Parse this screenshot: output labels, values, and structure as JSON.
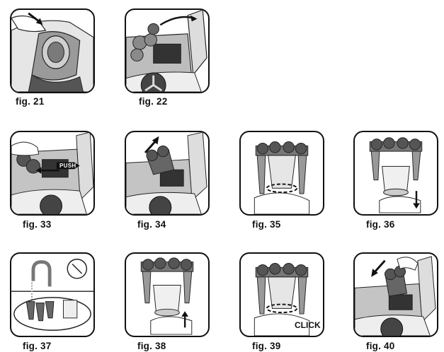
{
  "figures": [
    {
      "id": "21",
      "label": "fig. 21"
    },
    {
      "id": "22",
      "label": "fig. 22"
    },
    {
      "id": "33",
      "label": "fig. 33",
      "tag": "PUSH"
    },
    {
      "id": "34",
      "label": "fig. 34"
    },
    {
      "id": "35",
      "label": "fig. 35"
    },
    {
      "id": "36",
      "label": "fig. 36"
    },
    {
      "id": "37",
      "label": "fig. 37"
    },
    {
      "id": "38",
      "label": "fig. 38"
    },
    {
      "id": "39",
      "label": "fig. 39",
      "tag": "CLICK"
    },
    {
      "id": "40",
      "label": "fig. 40"
    }
  ]
}
